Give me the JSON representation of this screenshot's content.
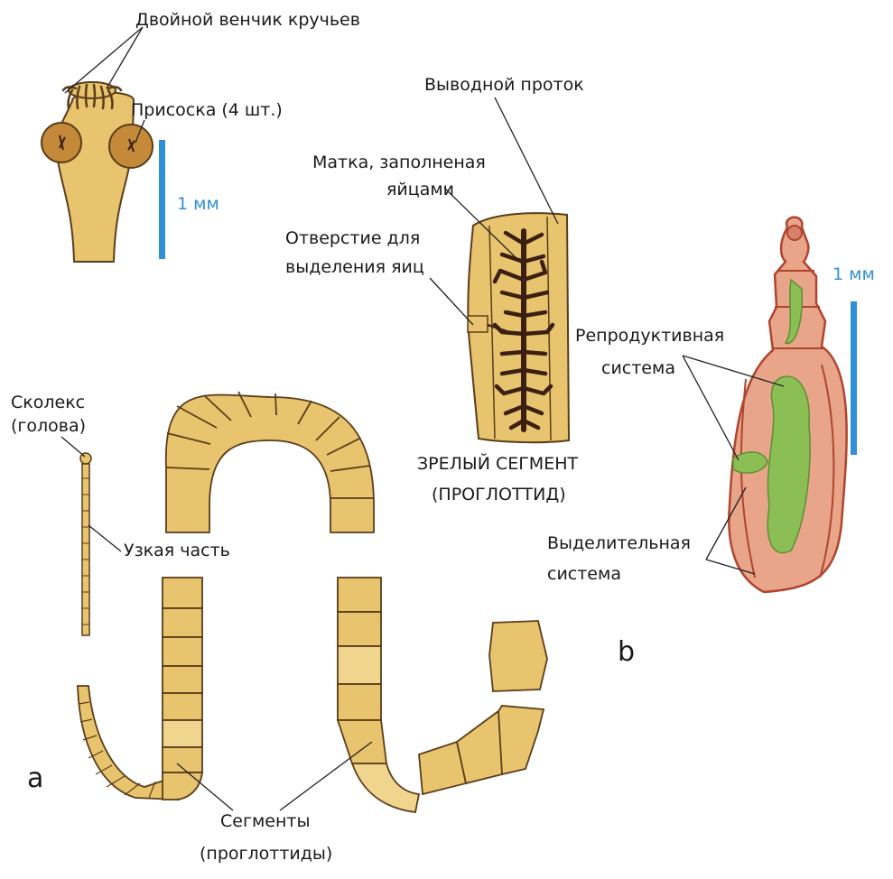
{
  "labels": {
    "double_hooks": "Двойной венчик кручьев",
    "sucker": "Присоска (4 шт.)",
    "scale_a": "1 мм",
    "scolex_1": "Сколекс",
    "scolex_2": "(голова)",
    "narrow": "Узкая часть",
    "segments_1": "Сегменты",
    "segments_2": "(проглоттиды)",
    "letter_a": "a",
    "duct": "Выводной проток",
    "uterus_1": "Матка, заполненая",
    "uterus_2": "яйцами",
    "pore_1": "Отверстие для",
    "pore_2": "выделения яиц",
    "mature_1": "ЗРЕЛЫЙ СЕГМЕНТ",
    "mature_2": "(ПРОГЛОТТИД)",
    "scale_b": "1 мм",
    "repro_1": "Репродуктивная",
    "repro_2": "система",
    "excr_1": "Выделительная",
    "excr_2": "система",
    "letter_b": "b"
  },
  "colors": {
    "segment_fill": "#e8c46e",
    "segment_outline": "#5a3d1a",
    "sucker": "#c48a3a",
    "uterus": "#3b1f10",
    "whole_worm_body": "#e8a58a",
    "whole_worm_outline": "#b0452e",
    "reproductive_green": "#8bbf55",
    "scale_bar": "#2f8fd8"
  }
}
